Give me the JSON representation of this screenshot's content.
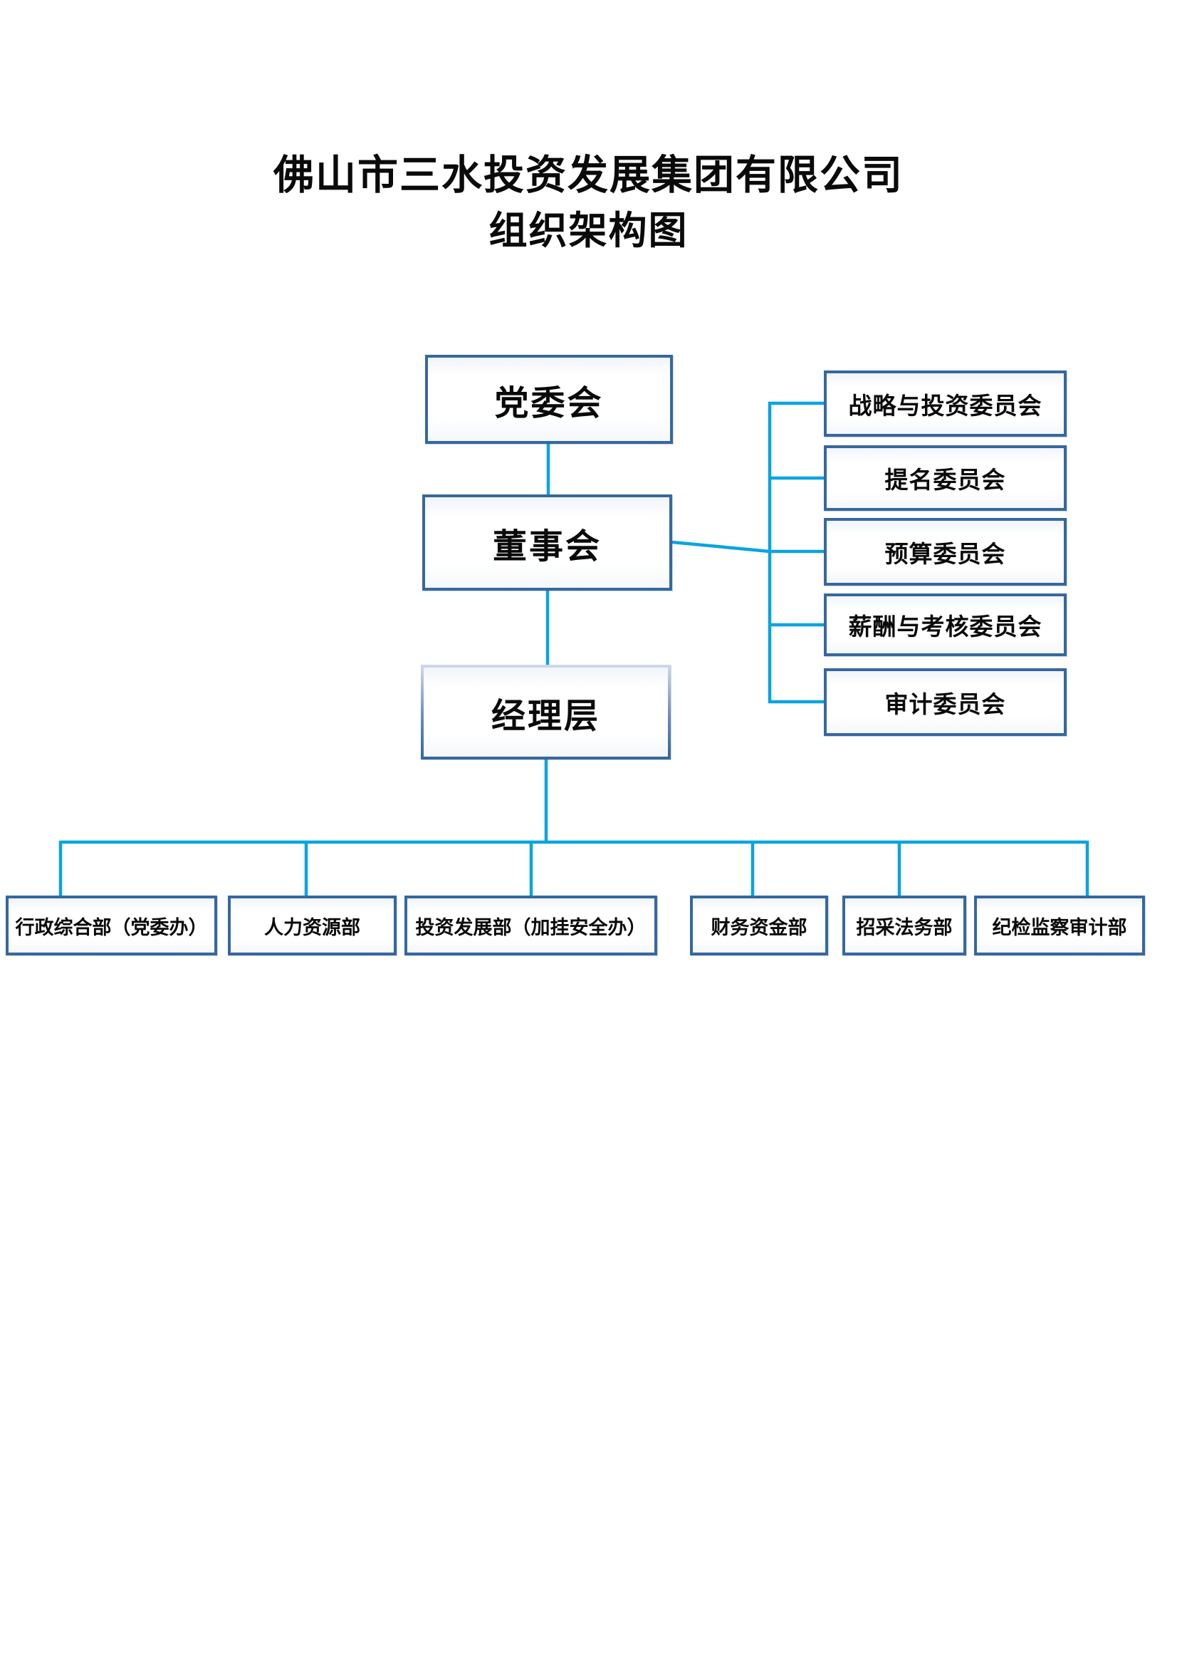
{
  "title": {
    "line1": "佛山市三水投资发展集团有限公司",
    "line2": "组织架构图"
  },
  "org": {
    "party_committee": "党委会",
    "board": "董事会",
    "management": "经理层",
    "committees": [
      {
        "label": "战略与投资委员会"
      },
      {
        "label": "提名委员会"
      },
      {
        "label": "预算委员会"
      },
      {
        "label": "薪酬与考核委员会"
      },
      {
        "label": "审计委员会"
      }
    ],
    "departments": [
      {
        "label": "行政综合部（党委办）"
      },
      {
        "label": "人力资源部"
      },
      {
        "label": "投资发展部（加挂安全办）"
      },
      {
        "label": "财务资金部"
      },
      {
        "label": "招采法务部"
      },
      {
        "label": "纪检监察审计部"
      }
    ]
  },
  "colors": {
    "box_border": "#35689f",
    "connector": "#0ba4e0",
    "text": "#0a0a0a",
    "background": "#ffffff"
  }
}
